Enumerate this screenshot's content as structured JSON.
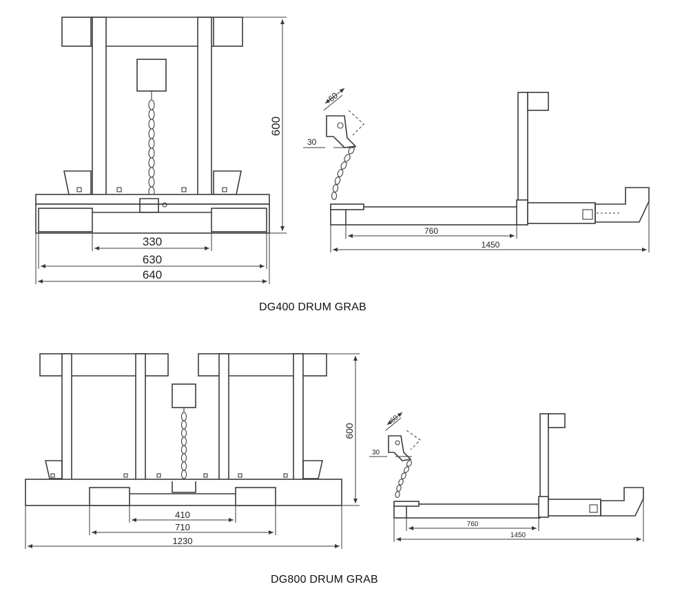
{
  "figures": [
    {
      "caption": "DG400 DRUM GRAB",
      "front_view": {
        "height_dim": "600",
        "widths": [
          "330",
          "630",
          "640"
        ]
      },
      "side_view": {
        "chain_offset": "30",
        "hook_dim": "60",
        "inner_length": "760",
        "overall_length": "1450"
      }
    },
    {
      "caption": "DG800 DRUM GRAB",
      "front_view": {
        "height_dim": "600",
        "widths": [
          "410",
          "710",
          "1230"
        ]
      },
      "side_view": {
        "chain_offset": "30",
        "hook_dim": "60",
        "inner_length": "760",
        "overall_length": "1450"
      }
    }
  ]
}
